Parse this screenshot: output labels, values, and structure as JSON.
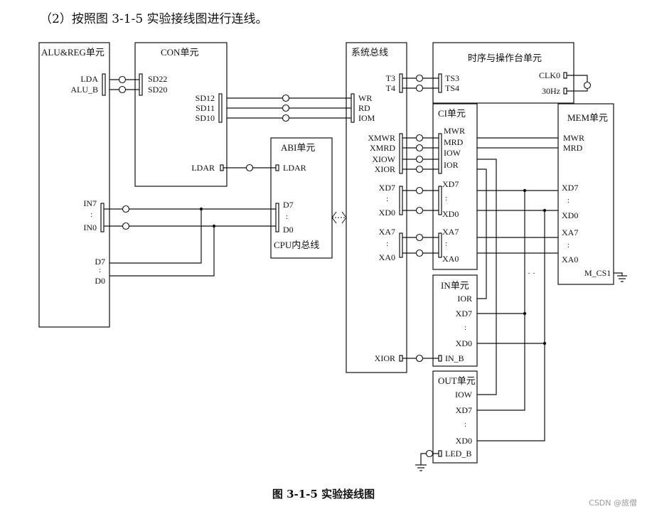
{
  "heading": "（2）按照图 3-1-5 实验接线图进行连线。",
  "caption": "图 3-1-5 实验接线图",
  "watermark": "CSDN @旅僧",
  "units": {
    "alu_reg": {
      "title": "ALU&REG单元",
      "lda": "LDA",
      "alu_b": "ALU_B",
      "in7": "IN7",
      "in0": "IN0",
      "d7": "D7",
      "d0": "D0",
      "dots": ":"
    },
    "con": {
      "title": "CON单元",
      "sd22": "SD22",
      "sd20": "SD20",
      "sd12": "SD12",
      "sd11": "SD11",
      "sd10": "SD10",
      "ldar": "LDAR"
    },
    "abi": {
      "title": "ABI单元",
      "ldar": "LDAR",
      "d7": "D7",
      "d0": "D0",
      "dots": ":",
      "bus": "CPU内总线"
    },
    "sysbus": {
      "title": "系统总线",
      "t3": "T3",
      "t4": "T4",
      "xmwr": "XMWR",
      "xmrd": "XMRD",
      "xiow": "XIOW",
      "xior": "XIOR",
      "xd7": "XD7",
      "xd0": "XD0",
      "xa7": "XA7",
      "xa0": "XA0",
      "xior2": "XIOR",
      "dots": ":"
    },
    "timing": {
      "title": "时序与操作台单元",
      "ts3": "TS3",
      "ts4": "TS4",
      "clk0": "CLK0",
      "hz30": "30Hz"
    },
    "con_out": {
      "wr": "WR",
      "rd": "RD",
      "iom": "IOM"
    },
    "ci": {
      "title": "CI单元",
      "mwr": "MWR",
      "mrd": "MRD",
      "iow": "IOW",
      "ior": "IOR",
      "xd7": "XD7",
      "xd0": "XD0",
      "xa7": "XA7",
      "xa0": "XA0",
      "dots": ":"
    },
    "mem": {
      "title": "MEM单元",
      "mwr": "MWR",
      "mrd": "MRD",
      "xd7": "XD7",
      "xd0": "XD0",
      "xa7": "XA7",
      "xa0": "XA0",
      "mcs1": "M_CS1",
      "dots": ":"
    },
    "in": {
      "title": "IN单元",
      "ior": "IOR",
      "xd7": "XD7",
      "xd0": "XD0",
      "in_b": "IN_B",
      "dots": ":"
    },
    "out": {
      "title": "OUT单元",
      "iow": "IOW",
      "xd7": "XD7",
      "xd0": "XD0",
      "led_b": "LED_B",
      "dots": ":"
    },
    "ellipsis": "· ·"
  }
}
